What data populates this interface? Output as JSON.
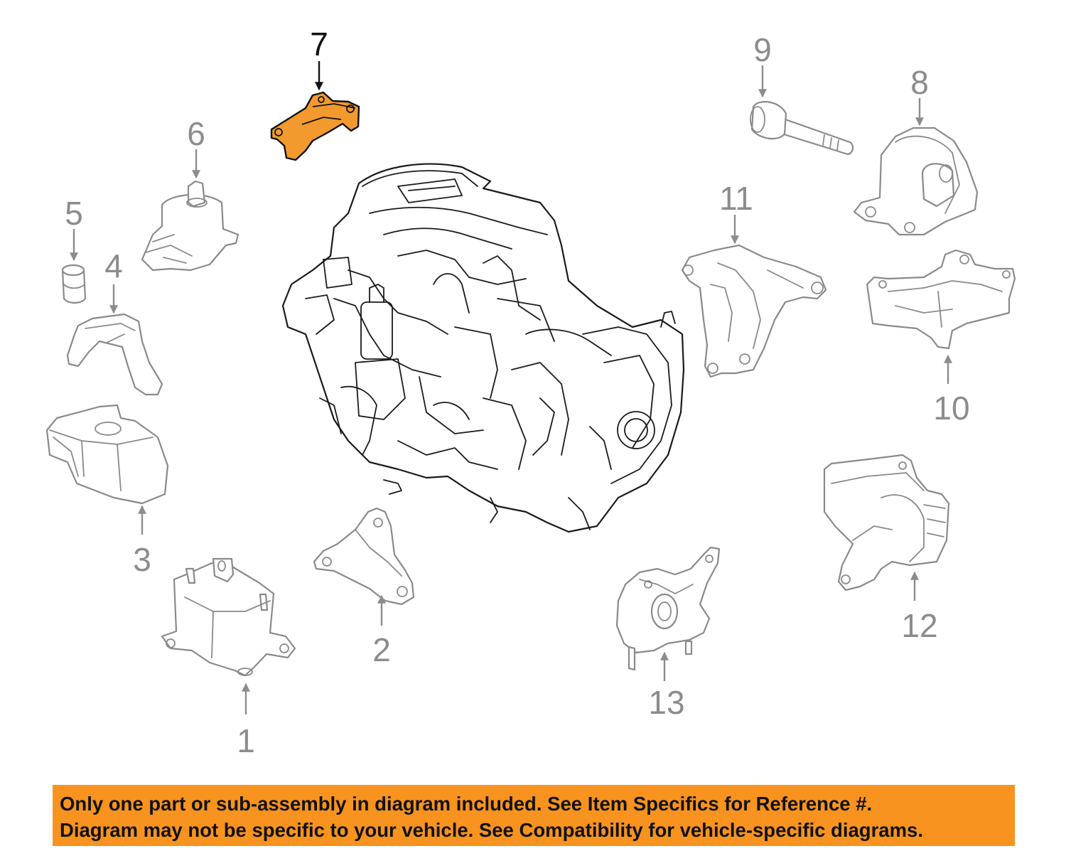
{
  "diagram": {
    "highlighted_callout": "7",
    "colors": {
      "highlight": "#f29a2e",
      "part_outline": "#8a8a8a",
      "engine_outline": "#1a1a1a",
      "notice_bg": "#f7931e"
    },
    "callouts": [
      {
        "label": "1",
        "part": "front-engine-mount"
      },
      {
        "label": "2",
        "part": "mount-bracket"
      },
      {
        "label": "3",
        "part": "upper-mount-bracket"
      },
      {
        "label": "4",
        "part": "mount-cover"
      },
      {
        "label": "5",
        "part": "bushing"
      },
      {
        "label": "6",
        "part": "engine-mount"
      },
      {
        "label": "7",
        "part": "mount-bracket"
      },
      {
        "label": "8",
        "part": "rear-mount"
      },
      {
        "label": "9",
        "part": "mount-bolt"
      },
      {
        "label": "10",
        "part": "upper-mount"
      },
      {
        "label": "11",
        "part": "side-bracket"
      },
      {
        "label": "12",
        "part": "transmission-mount"
      },
      {
        "label": "13",
        "part": "lower-mount"
      }
    ]
  },
  "notice": {
    "line1": "Only one part or sub-assembly in diagram included. See Item Specifics for Reference #.",
    "line2": "Diagram may not be specific to your vehicle. See Compatibility for vehicle-specific diagrams."
  }
}
